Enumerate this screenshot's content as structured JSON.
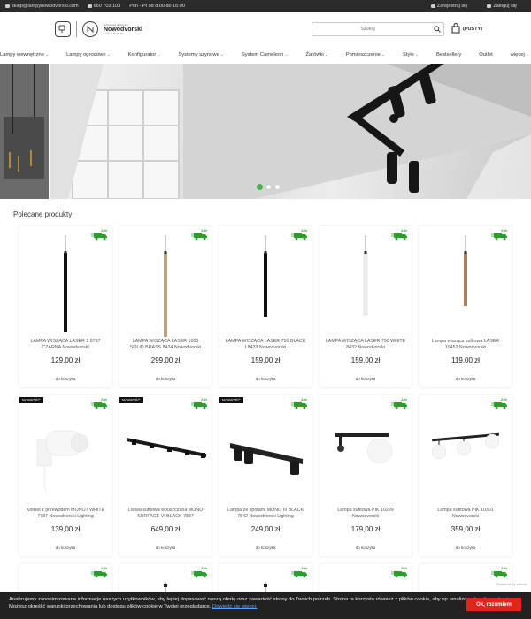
{
  "topbar": {
    "email": "sklep@lampynowodvorski.com",
    "phone": "660 703 103",
    "hours": "Pon - Pt od 8:00 do 16:00",
    "register": "Zarejestruj się",
    "login": "Zaloguj się"
  },
  "header": {
    "logo_small": "authorized distributor",
    "logo_brand": "Nowodvorski",
    "logo_sub": "LIGHTING",
    "search_placeholder": "Szukaj",
    "cart_label": "(PUSTY)"
  },
  "nav": [
    {
      "label": "Lampy wewnętrzne",
      "has_dropdown": true
    },
    {
      "label": "Lampy ogrodowe",
      "has_dropdown": true
    },
    {
      "label": "Konfigurator",
      "has_dropdown": true
    },
    {
      "label": "Systemy szynowe",
      "has_dropdown": true
    },
    {
      "label": "System Cameleon",
      "has_dropdown": true
    },
    {
      "label": "Żarówki",
      "has_dropdown": true
    },
    {
      "label": "Pomieszczenie",
      "has_dropdown": true
    },
    {
      "label": "Style",
      "has_dropdown": true
    },
    {
      "label": "Bestsellery",
      "has_dropdown": false
    },
    {
      "label": "Outlet",
      "has_dropdown": false
    },
    {
      "label": "więcej",
      "has_dropdown": true
    }
  ],
  "section_title": "Polecane produkty",
  "badge_24": "24h",
  "badge_new": "NOWOŚĆ",
  "buy_label": "do koszyka",
  "products_row1": [
    {
      "name": "LAMPA WISZĄCA LASER 1 8797 CZARNA Nowodvorski",
      "price": "129,00 zł"
    },
    {
      "name": "LAMPA WISZĄCA LASER 1000 SOLID BRASS 8434 Nowodvorski",
      "price": "299,00 zł"
    },
    {
      "name": "LAMPA WISZĄCA LASER 750 BLACK I 8433 Nowodvorski",
      "price": "159,00 zł"
    },
    {
      "name": "LAMPA WISZĄCA LASER 750 WHITE 8432 Nowodvorski",
      "price": "159,00 zł"
    },
    {
      "name": "Lampa wisząca sufitowa LASER 10452 Nowodvorski",
      "price": "119,00 zł"
    }
  ],
  "products_row2": [
    {
      "name": "Kinkiet z przewodem MONO I WHITE 7787 Nowodvorski Lighting",
      "price": "139,00 zł"
    },
    {
      "name": "Listwa sufitowa wpuszczana MONO SURFACE VI BLACK 7837",
      "price": "649,00 zł"
    },
    {
      "name": "Lampa ze spotami MONO III BLACK 7842 Nowodvorski Lighting",
      "price": "249,00 zł"
    },
    {
      "name": "Lampa sufitowa PIK 10299 Nowodvorski",
      "price": "179,00 zł"
    },
    {
      "name": "Lampa sufitowa PIK 10301 Nowodvorski",
      "price": "359,00 zł"
    }
  ],
  "cookie": {
    "text": "Analizujemy zanonimizowane informacje naszych użytkowników, aby lepiej dopasować naszą ofertę oraz zawartość strony do Twoich potrzeb. Strona ta korzysta również z plików cookie, aby np. analizować ruch na stronie. Możesz określić warunki przechowania lub dostępu plików cookie w Twojej przeglądarce.",
    "link": "Dowiedz się więcej.",
    "button": "Ok, rozumiem",
    "powered": "Powered by edrone"
  },
  "colors": {
    "accent_green": "#4caf50",
    "cookie_button": "#e1251b",
    "topbar_bg": "#2b2b2b"
  }
}
